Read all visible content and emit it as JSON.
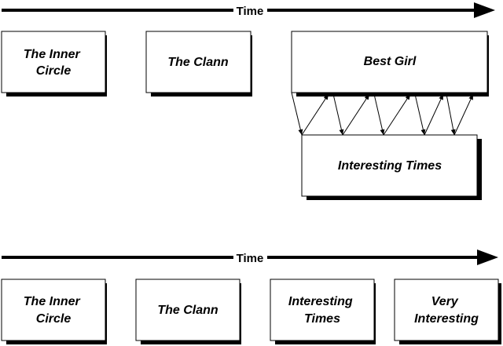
{
  "timelines": [
    {
      "label": "Time"
    },
    {
      "label": "Time"
    }
  ],
  "top_row": {
    "boxes": [
      {
        "lines": [
          "The Inner",
          "Circle"
        ]
      },
      {
        "lines": [
          "The Clann"
        ]
      },
      {
        "lines": [
          "Best Girl"
        ]
      }
    ],
    "overlap_box": {
      "lines": [
        "Interesting Times"
      ]
    }
  },
  "bottom_row": {
    "boxes": [
      {
        "lines": [
          "The Inner",
          "Circle"
        ]
      },
      {
        "lines": [
          "The Clann"
        ]
      },
      {
        "lines": [
          "Interesting",
          "Times"
        ]
      },
      {
        "lines": [
          "Very",
          "Interesting"
        ]
      }
    ]
  }
}
